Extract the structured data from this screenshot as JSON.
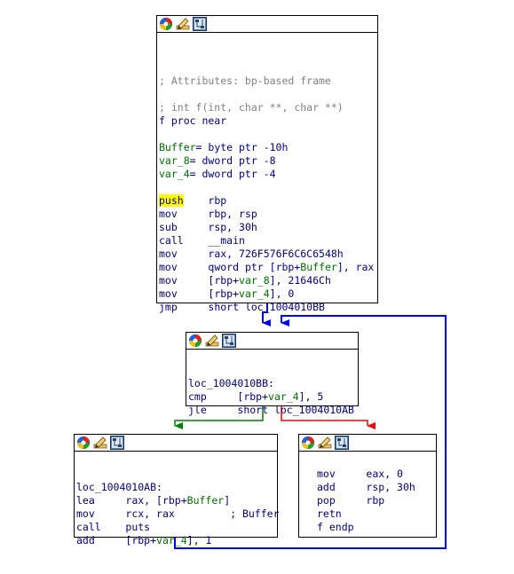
{
  "colors": {
    "normal_edge": "#0000ff",
    "true_edge": "#008000",
    "false_edge": "#ff0000",
    "mnemonic": "#000080",
    "comment": "#808080",
    "name": "#007000",
    "highlight": "#ffff00"
  },
  "toolbar_icons": [
    "color-palette-icon",
    "rename-node-icon",
    "graph-view-icon"
  ],
  "block1": {
    "attr_comment": "; Attributes: bp-based frame",
    "proto_comment": "; int f(int, char **, char **)",
    "proc": "f proc near",
    "vars": [
      {
        "name": "Buffer",
        "decl": "= byte ptr -10h"
      },
      {
        "name": "var_8",
        "decl": "= dword ptr -8"
      },
      {
        "name": "var_4",
        "decl": "= dword ptr -4"
      }
    ],
    "push_mn": "push",
    "push_op": "rbp",
    "mov1_mn": "mov",
    "mov1_op": "rbp, rsp",
    "sub_mn": "sub",
    "sub_op": "rsp, 30h",
    "call_mn": "call",
    "call_op": "__main",
    "mov2_mn": "mov",
    "mov2_op": "rax, 726F576F6C6C6548h",
    "mov3_mn": "mov",
    "mov3_pre": "qword ptr [rbp+",
    "mov3_var": "Buffer",
    "mov3_post": "], rax",
    "mov4_mn": "mov",
    "mov4_pre": "[rbp+",
    "mov4_var": "var_8",
    "mov4_post": "], 21646Ch",
    "mov5_mn": "mov",
    "mov5_pre": "[rbp+",
    "mov5_var": "var_4",
    "mov5_post": "], 0",
    "jmp_mn": "jmp",
    "jmp_op": "short loc_1004010BB"
  },
  "block2": {
    "label": "loc_1004010BB:",
    "cmp_mn": "cmp",
    "cmp_pre": "[rbp+",
    "cmp_var": "var_4",
    "cmp_post": "], 5",
    "jle_mn": "jle",
    "jle_op": "short loc_1004010AB"
  },
  "block3": {
    "label": "loc_1004010AB:",
    "lea_mn": "lea",
    "lea_pre": "rax, [rbp+",
    "lea_var": "Buffer",
    "lea_post": "]",
    "mov_mn": "mov",
    "mov_op": "rcx, rax",
    "mov_comment": "; Buffer",
    "call_mn": "call",
    "call_op": "puts",
    "add_mn": "add",
    "add_pre": "[rbp+",
    "add_var": "var_4",
    "add_post": "], 1"
  },
  "block4": {
    "mov_mn": "mov",
    "mov_op": "eax, 0",
    "add_mn": "add",
    "add_op": "rsp, 30h",
    "pop_mn": "pop",
    "pop_op": "rbp",
    "retn_mn": "retn",
    "endp": "f endp"
  }
}
